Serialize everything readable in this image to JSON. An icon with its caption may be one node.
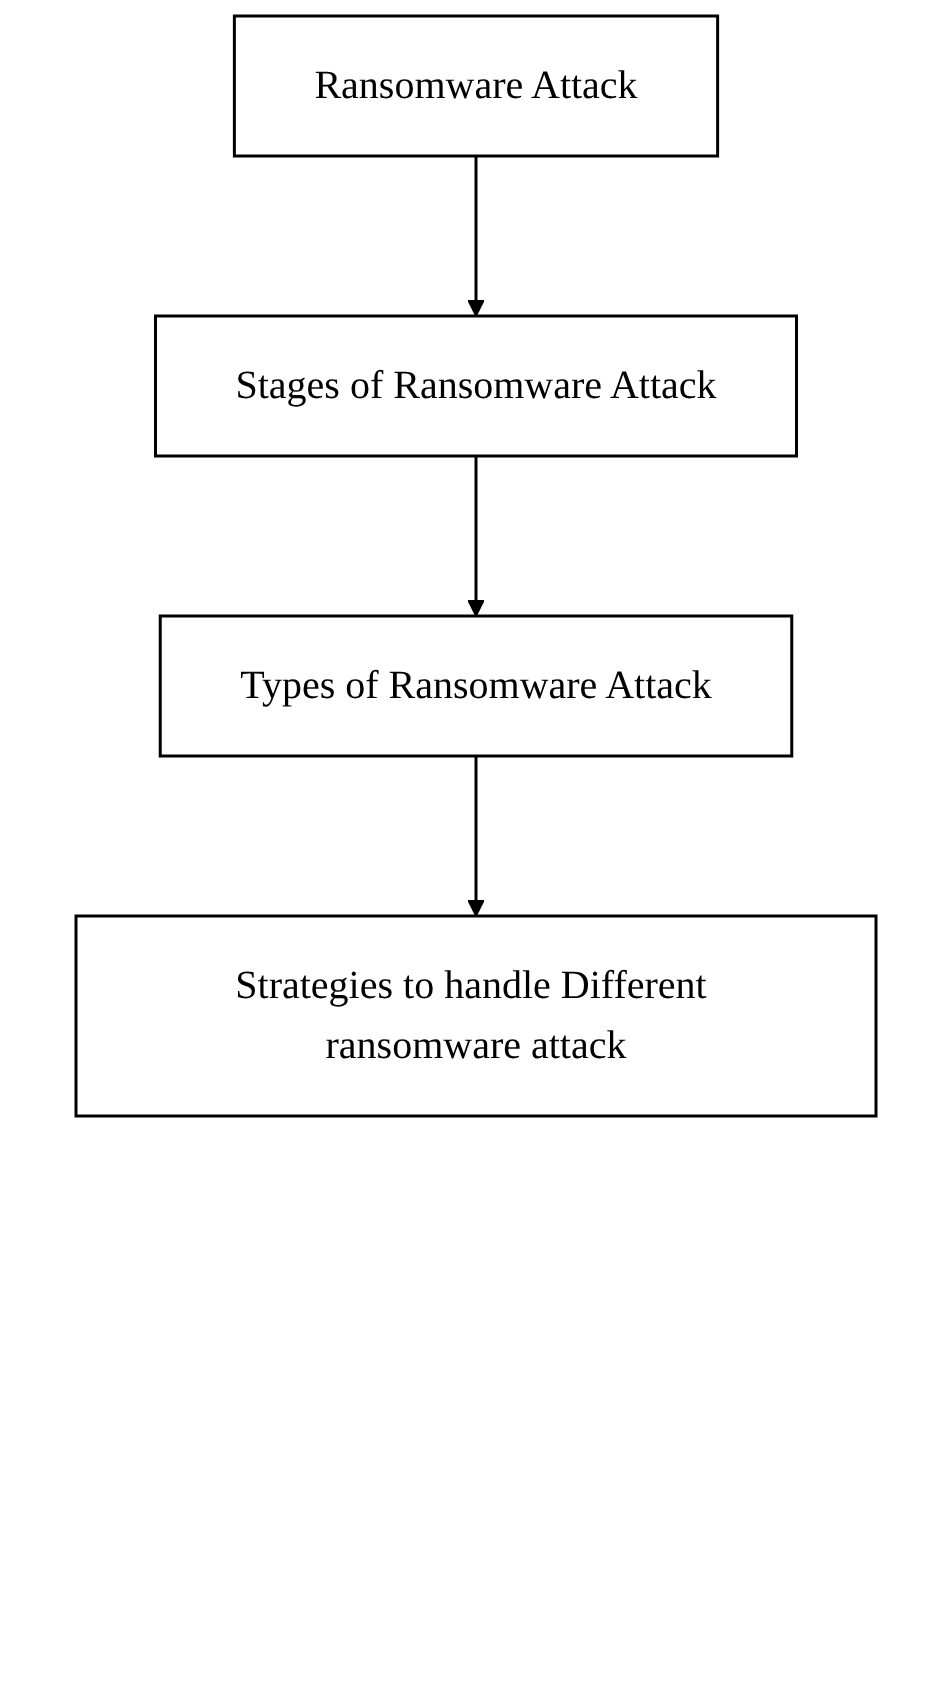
{
  "diagram": {
    "nodes": [
      {
        "text": [
          "Ransomware Attack"
        ]
      },
      {
        "text": [
          "Stages of Ransomware Attack"
        ]
      },
      {
        "text": [
          "Types of Ransomware Attack"
        ]
      },
      {
        "text": [
          "Strategies to handle Different ransomware attack"
        ]
      }
    ],
    "edges": [
      {
        "from": 0,
        "to": 1,
        "arrow": "to"
      },
      {
        "from": 1,
        "to": 2,
        "arrow": "to"
      },
      {
        "from": 2,
        "to": 3,
        "arrow": "to"
      }
    ]
  }
}
